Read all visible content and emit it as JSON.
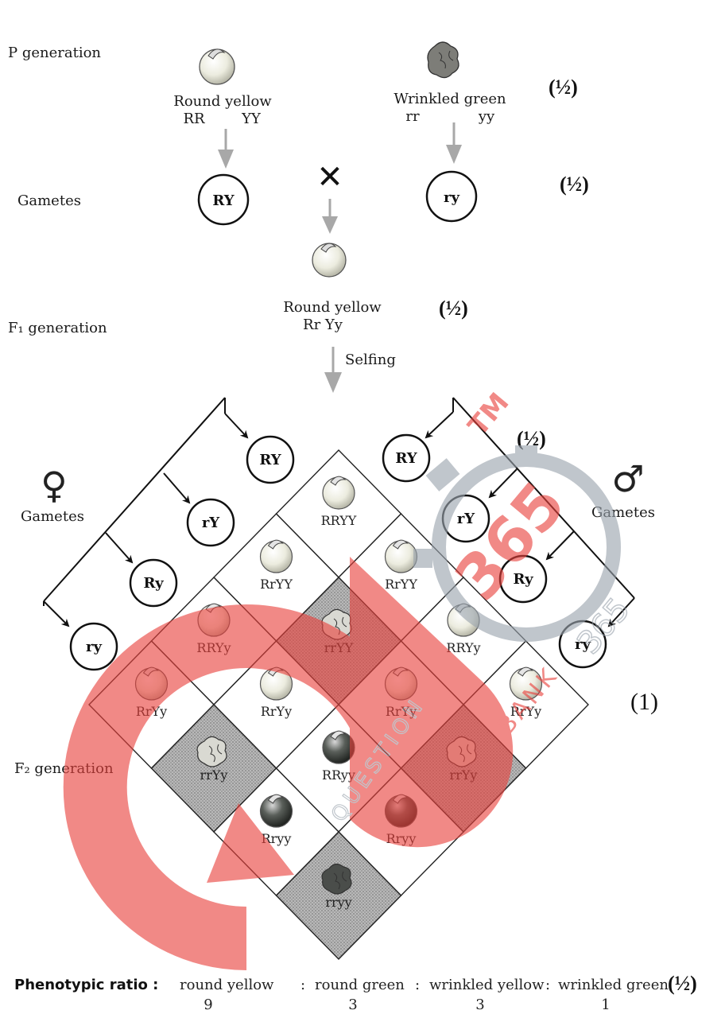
{
  "labels": {
    "p_generation": "P generation",
    "gametes": "Gametes",
    "f1_generation": "F₁ generation",
    "f2_generation": "F₂ generation",
    "selfing": "Selfing"
  },
  "parents": {
    "left": {
      "phenotype": "Round yellow",
      "genotype_a": "RR",
      "genotype_b": "YY",
      "gamete": "RY"
    },
    "right": {
      "phenotype": "Wrinkled green",
      "genotype_a": "rr",
      "genotype_b": "yy",
      "gamete": "ry"
    },
    "cross_symbol": "✕"
  },
  "f1": {
    "phenotype": "Round yellow",
    "genotype": "Rr Yy"
  },
  "marks": {
    "half": "(½)",
    "one": "(1)"
  },
  "gametes": {
    "female_symbol": "♀",
    "male_symbol": "♂",
    "label": "Gametes",
    "female": [
      "RY",
      "rY",
      "Ry",
      "ry"
    ],
    "male": [
      "RY",
      "rY",
      "Ry",
      "ry"
    ]
  },
  "punnett": {
    "cells": [
      [
        "RRYY",
        "RrYY",
        "RRYy",
        "RrYy"
      ],
      [
        "RrYY",
        "rrYY",
        "RrYy",
        "rrYy"
      ],
      [
        "RRYy",
        "RrYy",
        "RRyy",
        "Rryy"
      ],
      [
        "RrYy",
        "rrYy",
        "Rryy",
        "rryy"
      ]
    ],
    "wrinkled": [
      [
        false,
        false,
        false,
        false
      ],
      [
        false,
        true,
        false,
        true
      ],
      [
        false,
        false,
        false,
        false
      ],
      [
        false,
        true,
        false,
        true
      ]
    ],
    "green": [
      [
        false,
        false,
        false,
        false
      ],
      [
        false,
        false,
        false,
        false
      ],
      [
        false,
        false,
        true,
        true
      ],
      [
        false,
        false,
        true,
        true
      ]
    ]
  },
  "ratio": {
    "label": "Phenotypic ratio :",
    "phenotypes": [
      "round yellow",
      "round green",
      "wrinkled yellow",
      "wrinkled green"
    ],
    "separator": " : ",
    "values": [
      "9",
      "3",
      "3",
      "1"
    ]
  },
  "watermark": {
    "tm": "TM",
    "number": "365",
    "bank": "BANK",
    "question": "QUESTION",
    "colors": {
      "red": "#e8413c",
      "grey": "#9aa3ad"
    }
  },
  "colors": {
    "pea_yellow": "#efefe6",
    "pea_green": "#3a3f3a",
    "shaded_cell": "#9c9c9c",
    "arrow_grey": "#a8a8a8"
  }
}
